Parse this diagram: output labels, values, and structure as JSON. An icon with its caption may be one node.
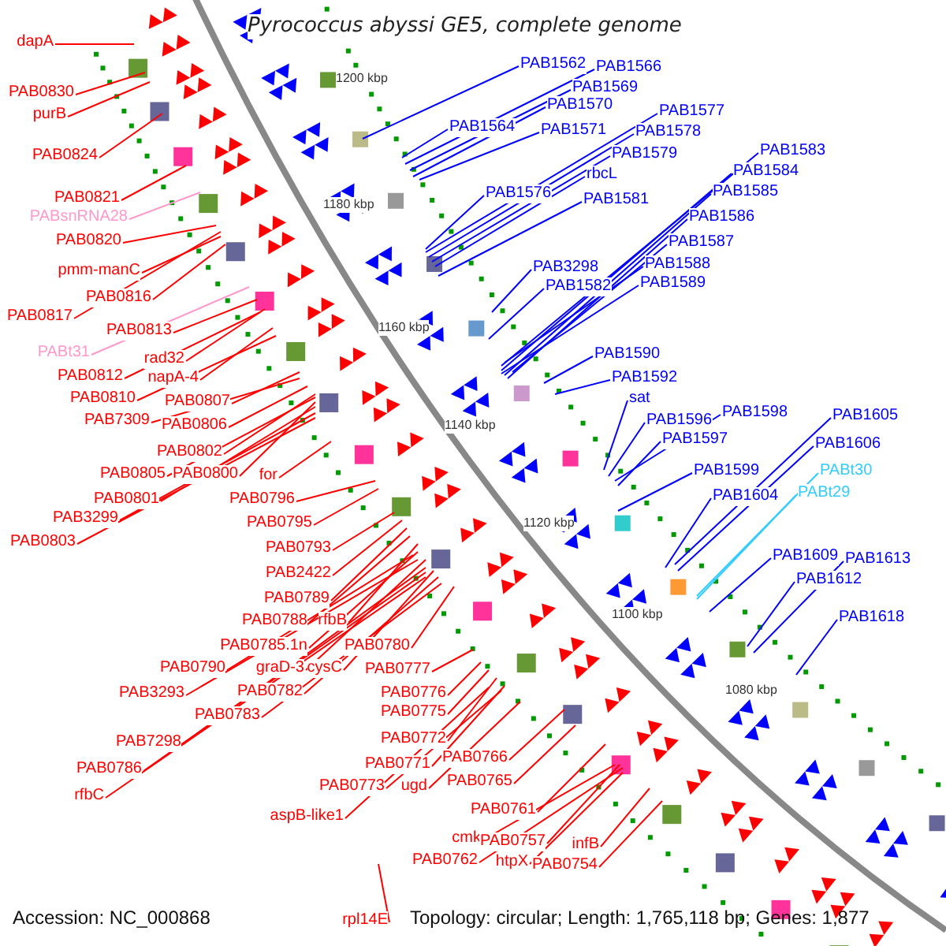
{
  "diagram": {
    "title": "Pyrococcus abyssi GE5, complete genome",
    "nodes": [
      {
        "text": [
          "dapA"
        ]
      },
      {
        "text": [
          "PAB0830"
        ]
      },
      {
        "text": [
          "purB"
        ]
      },
      {
        "text": [
          "PAB0824"
        ]
      },
      {
        "text": [
          "PAB0821"
        ]
      },
      {
        "text": [
          "PABsnRNA28"
        ]
      },
      {
        "text": [
          "PAB0820"
        ]
      },
      {
        "text": [
          "pmm-manC"
        ]
      },
      {
        "text": [
          "PAB0816"
        ]
      },
      {
        "text": [
          "PAB0817"
        ]
      },
      {
        "text": [
          "PAB0813"
        ]
      },
      {
        "text": [
          "PABt31"
        ]
      },
      {
        "text": [
          "rad32"
        ]
      },
      {
        "text": [
          "PAB0812"
        ]
      },
      {
        "text": [
          "napA-4"
        ]
      },
      {
        "text": [
          "PAB0810"
        ]
      },
      {
        "text": [
          "PAB0807"
        ]
      },
      {
        "text": [
          "PAB7309"
        ]
      },
      {
        "text": [
          "PAB0806"
        ]
      },
      {
        "text": [
          "PAB0802"
        ]
      },
      {
        "text": [
          "PAB0805"
        ]
      },
      {
        "text": [
          "PAB0800"
        ]
      },
      {
        "text": [
          "for"
        ]
      },
      {
        "text": [
          "PAB0801"
        ]
      },
      {
        "text": [
          "PAB0796"
        ]
      },
      {
        "text": [
          "PAB3299"
        ]
      },
      {
        "text": [
          "PAB0795"
        ]
      },
      {
        "text": [
          "PAB0803"
        ]
      },
      {
        "text": [
          "PAB0793"
        ]
      },
      {
        "text": [
          "PAB2422"
        ]
      },
      {
        "text": [
          "PAB0789"
        ]
      },
      {
        "text": [
          "PAB0788"
        ]
      },
      {
        "text": [
          "rfbB"
        ]
      },
      {
        "text": [
          "PAB0785.1n"
        ]
      },
      {
        "text": [
          "PAB0780"
        ]
      },
      {
        "text": [
          "PAB0790"
        ]
      },
      {
        "text": [
          "graD-3"
        ]
      },
      {
        "text": [
          "cysC"
        ]
      },
      {
        "text": [
          "PAB3293"
        ]
      },
      {
        "text": [
          "PAB0782"
        ]
      },
      {
        "text": [
          "PAB0777"
        ]
      },
      {
        "text": [
          "PAB0783"
        ]
      },
      {
        "text": [
          "PAB0776"
        ]
      },
      {
        "text": [
          "PAB0775"
        ]
      },
      {
        "text": [
          "PAB7298"
        ]
      },
      {
        "text": [
          "PAB0772"
        ]
      },
      {
        "text": [
          "PAB0786"
        ]
      },
      {
        "text": [
          "PAB0771"
        ]
      },
      {
        "text": [
          "PAB0766"
        ]
      },
      {
        "text": [
          "rfbC"
        ]
      },
      {
        "text": [
          "PAB0773"
        ]
      },
      {
        "text": [
          "ugd"
        ]
      },
      {
        "text": [
          "PAB0765"
        ]
      },
      {
        "text": [
          "aspB-like1"
        ]
      },
      {
        "text": [
          "PAB0761"
        ]
      },
      {
        "text": [
          "cmk"
        ]
      },
      {
        "text": [
          "PAB0757"
        ]
      },
      {
        "text": [
          "PAB0762"
        ]
      },
      {
        "text": [
          "htpX"
        ]
      },
      {
        "text": [
          "infB"
        ]
      },
      {
        "text": [
          "PAB0754"
        ]
      },
      {
        "text": [
          "rpl14E"
        ]
      },
      {
        "text": [
          "PAB1562"
        ]
      },
      {
        "text": [
          "PAB1566"
        ]
      },
      {
        "text": [
          "PAB1569"
        ]
      },
      {
        "text": [
          "PAB1564"
        ]
      },
      {
        "text": [
          "PAB1570"
        ]
      },
      {
        "text": [
          "PAB1571"
        ]
      },
      {
        "text": [
          "PAB1577"
        ]
      },
      {
        "text": [
          "PAB1578"
        ]
      },
      {
        "text": [
          "PAB1579"
        ]
      },
      {
        "text": [
          "rbcL"
        ]
      },
      {
        "text": [
          "PAB1576"
        ]
      },
      {
        "text": [
          "PAB1581"
        ]
      },
      {
        "text": [
          "PAB1583"
        ]
      },
      {
        "text": [
          "PAB1584"
        ]
      },
      {
        "text": [
          "PAB1585"
        ]
      },
      {
        "text": [
          "PAB1586"
        ]
      },
      {
        "text": [
          "PAB1587"
        ]
      },
      {
        "text": [
          "PAB3298"
        ]
      },
      {
        "text": [
          "PAB1588"
        ]
      },
      {
        "text": [
          "PAB1582"
        ]
      },
      {
        "text": [
          "PAB1589"
        ]
      },
      {
        "text": [
          "PAB1590"
        ]
      },
      {
        "text": [
          "PAB1592"
        ]
      },
      {
        "text": [
          "sat"
        ]
      },
      {
        "text": [
          "PAB1596"
        ]
      },
      {
        "text": [
          "PAB1598"
        ]
      },
      {
        "text": [
          "PAB1597"
        ]
      },
      {
        "text": [
          "PAB1599"
        ]
      },
      {
        "text": [
          "PAB1605"
        ]
      },
      {
        "text": [
          "PAB1606"
        ]
      },
      {
        "text": [
          "PABt30"
        ]
      },
      {
        "text": [
          "PAB1604"
        ]
      },
      {
        "text": [
          "PABt29"
        ]
      },
      {
        "text": [
          "PAB1609"
        ]
      },
      {
        "text": [
          "PAB1613"
        ]
      },
      {
        "text": [
          "PAB1612"
        ]
      },
      {
        "text": [
          "PAB1618"
        ]
      }
    ],
    "edges": [
      {
        "from": 0,
        "to": null,
        "arrow": "none"
      },
      {
        "from": 1,
        "to": null,
        "arrow": "none"
      },
      {
        "from": 2,
        "to": null,
        "arrow": "none"
      },
      {
        "from": 3,
        "to": null,
        "arrow": "none"
      },
      {
        "from": 4,
        "to": null,
        "arrow": "none"
      },
      {
        "from": 5,
        "to": null,
        "arrow": "none",
        "color": "#ff99cc"
      },
      {
        "from": 6,
        "to": null,
        "arrow": "none"
      },
      {
        "from": 7,
        "to": null,
        "arrow": "none"
      },
      {
        "from": 8,
        "to": null,
        "arrow": "none"
      },
      {
        "from": 9,
        "to": null,
        "arrow": "none"
      },
      {
        "from": 10,
        "to": null,
        "arrow": "none"
      },
      {
        "from": 11,
        "to": null,
        "arrow": "none",
        "color": "#ff99cc"
      },
      {
        "from": 12,
        "to": null,
        "arrow": "none"
      },
      {
        "from": 13,
        "to": null,
        "arrow": "none"
      },
      {
        "from": 14,
        "to": null,
        "arrow": "none"
      },
      {
        "from": 15,
        "to": null,
        "arrow": "none"
      },
      {
        "from": 16,
        "to": null,
        "arrow": "none"
      },
      {
        "from": 17,
        "to": null,
        "arrow": "none"
      },
      {
        "from": 18,
        "to": null,
        "arrow": "none"
      },
      {
        "from": 19,
        "to": null,
        "arrow": "none"
      },
      {
        "from": 20,
        "to": null,
        "arrow": "none"
      },
      {
        "from": 21,
        "to": null,
        "arrow": "none"
      },
      {
        "from": 22,
        "to": null,
        "arrow": "none"
      },
      {
        "from": 23,
        "to": null,
        "arrow": "none"
      },
      {
        "from": 24,
        "to": null,
        "arrow": "none"
      },
      {
        "from": 25,
        "to": null,
        "arrow": "none"
      },
      {
        "from": 26,
        "to": null,
        "arrow": "none"
      },
      {
        "from": 27,
        "to": null,
        "arrow": "none"
      },
      {
        "from": 28,
        "to": null,
        "arrow": "none"
      },
      {
        "from": 29,
        "to": null,
        "arrow": "none"
      },
      {
        "from": 30,
        "to": null,
        "arrow": "none"
      },
      {
        "from": 31,
        "to": null,
        "arrow": "none"
      },
      {
        "from": 32,
        "to": null,
        "arrow": "none"
      },
      {
        "from": 33,
        "to": null,
        "arrow": "none"
      },
      {
        "from": 34,
        "to": null,
        "arrow": "none"
      },
      {
        "from": 35,
        "to": null,
        "arrow": "none"
      },
      {
        "from": 36,
        "to": null,
        "arrow": "none"
      },
      {
        "from": 37,
        "to": null,
        "arrow": "none"
      },
      {
        "from": 38,
        "to": null,
        "arrow": "none"
      },
      {
        "from": 39,
        "to": null,
        "arrow": "none"
      },
      {
        "from": 40,
        "to": null,
        "arrow": "none"
      },
      {
        "from": 41,
        "to": null,
        "arrow": "none"
      },
      {
        "from": 42,
        "to": null,
        "arrow": "none"
      },
      {
        "from": 43,
        "to": null,
        "arrow": "none"
      },
      {
        "from": 44,
        "to": null,
        "arrow": "none"
      },
      {
        "from": 45,
        "to": null,
        "arrow": "none"
      },
      {
        "from": 46,
        "to": null,
        "arrow": "none"
      },
      {
        "from": 47,
        "to": null,
        "arrow": "none"
      },
      {
        "from": 48,
        "to": null,
        "arrow": "none"
      },
      {
        "from": 49,
        "to": null,
        "arrow": "none"
      },
      {
        "from": 50,
        "to": null,
        "arrow": "none"
      },
      {
        "from": 51,
        "to": null,
        "arrow": "none"
      },
      {
        "from": 52,
        "to": null,
        "arrow": "none"
      },
      {
        "from": 53,
        "to": null,
        "arrow": "none"
      },
      {
        "from": 54,
        "to": null,
        "arrow": "none"
      },
      {
        "from": 55,
        "to": null,
        "arrow": "none"
      },
      {
        "from": 56,
        "to": null,
        "arrow": "none"
      },
      {
        "from": 57,
        "to": null,
        "arrow": "none"
      },
      {
        "from": 58,
        "to": null,
        "arrow": "none"
      },
      {
        "from": 59,
        "to": null,
        "arrow": "none"
      },
      {
        "from": 60,
        "to": null,
        "arrow": "none"
      },
      {
        "from": 61,
        "to": null,
        "arrow": "none"
      },
      {
        "from": 62,
        "to": null,
        "arrow": "none",
        "color": "#0000ff"
      },
      {
        "from": 63,
        "to": null,
        "arrow": "none",
        "color": "#0000ff"
      },
      {
        "from": 64,
        "to": null,
        "arrow": "none",
        "color": "#0000ff"
      },
      {
        "from": 65,
        "to": null,
        "arrow": "none",
        "color": "#0000ff"
      },
      {
        "from": 66,
        "to": null,
        "arrow": "none",
        "color": "#0000ff"
      },
      {
        "from": 67,
        "to": null,
        "arrow": "none",
        "color": "#0000ff"
      },
      {
        "from": 68,
        "to": null,
        "arrow": "none",
        "color": "#0000ff"
      },
      {
        "from": 69,
        "to": null,
        "arrow": "none",
        "color": "#0000ff"
      },
      {
        "from": 70,
        "to": null,
        "arrow": "none",
        "color": "#0000ff"
      },
      {
        "from": 71,
        "to": null,
        "arrow": "none",
        "color": "#0000ff"
      },
      {
        "from": 72,
        "to": null,
        "arrow": "none",
        "color": "#0000ff"
      },
      {
        "from": 73,
        "to": null,
        "arrow": "none",
        "color": "#0000ff"
      },
      {
        "from": 74,
        "to": null,
        "arrow": "none",
        "color": "#0000ff"
      },
      {
        "from": 75,
        "to": null,
        "arrow": "none",
        "color": "#0000ff"
      },
      {
        "from": 76,
        "to": null,
        "arrow": "none",
        "color": "#0000ff"
      },
      {
        "from": 77,
        "to": null,
        "arrow": "none",
        "color": "#0000ff"
      },
      {
        "from": 78,
        "to": null,
        "arrow": "none",
        "color": "#0000ff"
      },
      {
        "from": 79,
        "to": null,
        "arrow": "none",
        "color": "#0000ff"
      },
      {
        "from": 80,
        "to": null,
        "arrow": "none",
        "color": "#0000ff"
      },
      {
        "from": 81,
        "to": null,
        "arrow": "none",
        "color": "#0000ff"
      },
      {
        "from": 82,
        "to": null,
        "arrow": "none",
        "color": "#0000ff"
      },
      {
        "from": 83,
        "to": null,
        "arrow": "none",
        "color": "#0000ff"
      },
      {
        "from": 84,
        "to": null,
        "arrow": "none",
        "color": "#0000ff"
      },
      {
        "from": 85,
        "to": null,
        "arrow": "none",
        "color": "#0000ff"
      },
      {
        "from": 86,
        "to": null,
        "arrow": "none",
        "color": "#0000ff"
      },
      {
        "from": 87,
        "to": null,
        "arrow": "none",
        "color": "#0000ff"
      },
      {
        "from": 88,
        "to": null,
        "arrow": "none",
        "color": "#0000ff"
      },
      {
        "from": 89,
        "to": null,
        "arrow": "none",
        "color": "#0000ff"
      },
      {
        "from": 90,
        "to": null,
        "arrow": "none",
        "color": "#0000ff"
      },
      {
        "from": 91,
        "to": null,
        "arrow": "none",
        "color": "#0000ff"
      },
      {
        "from": 92,
        "to": null,
        "arrow": "none",
        "color": "#33ccff"
      },
      {
        "from": 93,
        "to": null,
        "arrow": "none",
        "color": "#0000ff"
      },
      {
        "from": 94,
        "to": null,
        "arrow": "none",
        "color": "#33ccff"
      },
      {
        "from": 95,
        "to": null,
        "arrow": "none",
        "color": "#0000ff"
      },
      {
        "from": 96,
        "to": null,
        "arrow": "none",
        "color": "#0000ff"
      },
      {
        "from": 97,
        "to": null,
        "arrow": "none",
        "color": "#0000ff"
      },
      {
        "from": 98,
        "to": null,
        "arrow": "none",
        "color": "#0000ff"
      }
    ],
    "labels": [
      "1200 kbp",
      "1180 kbp",
      "1160 kbp",
      "1140 kbp",
      "1120 kbp",
      "1100 kbp",
      "1080 kbp",
      "Accession: NC_000868",
      "Topology: circular; Length: 1,765,118 bp; Genes: 1,877"
    ]
  }
}
